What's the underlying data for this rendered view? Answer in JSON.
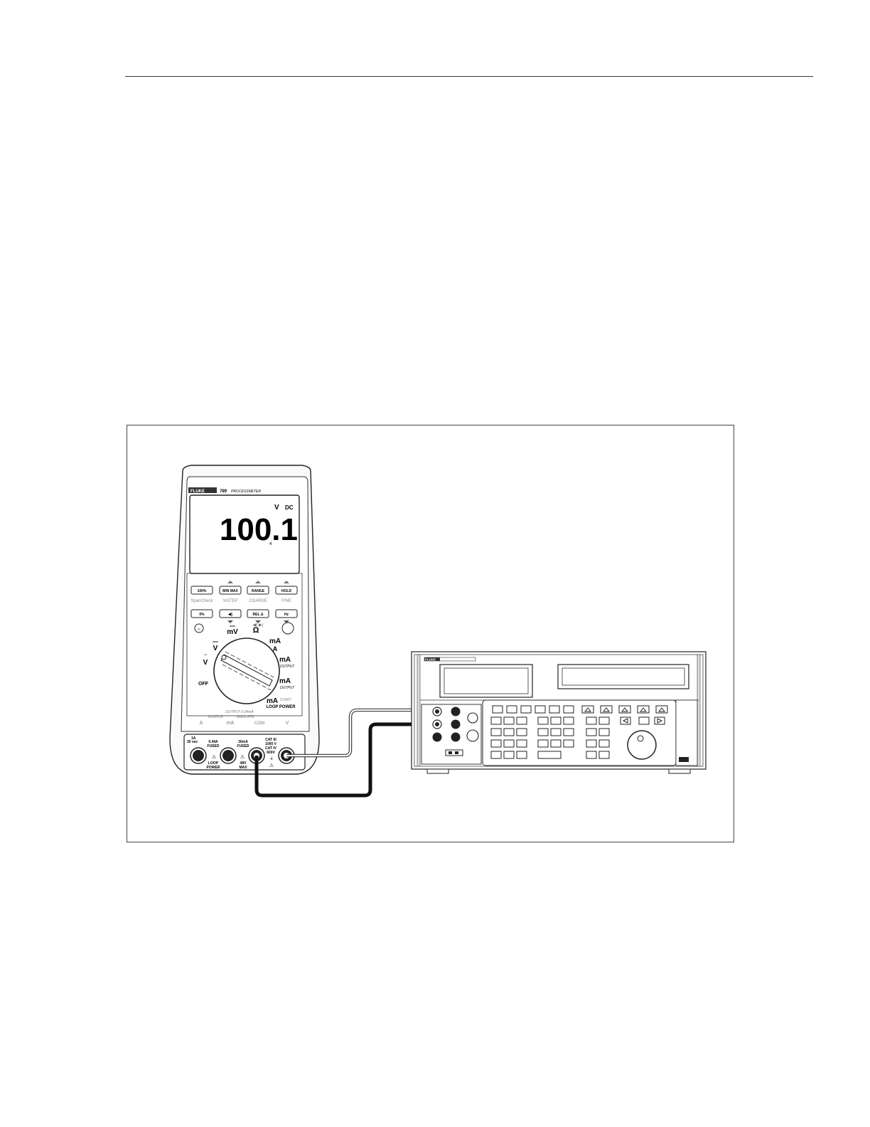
{
  "meter": {
    "brand": "FLUKE",
    "model": "789",
    "model_suffix": "PROCESSMETER",
    "display": {
      "reading": "100.1",
      "unit": "V",
      "mode": "DC",
      "subscript": "4"
    },
    "buttons_row1": [
      "100%",
      "MIN MAX",
      "RANGE",
      "HOLD"
    ],
    "labels_row2": [
      "SpanCheck",
      "%STEP",
      "COARSE",
      "FINE"
    ],
    "buttons_row2": [
      "0%",
      "",
      "REL Δ",
      "Hz"
    ],
    "dial": {
      "off": "OFF",
      "v_ac": "V",
      "v_dc": "V",
      "mv": "mV",
      "ohm": "Ω",
      "ma_a": "mA",
      "a": "A",
      "ma_output": "mA",
      "output": "OUTPUT",
      "ma_output2": "mA",
      "output2": "OUTPUT",
      "ma_loop": "mA",
      "loop_power": "LOOP POWER",
      "simulate_small": "SIMULATE",
      "start": "START"
    },
    "output_band": {
      "title": "OUTPUT 0-24mA",
      "source": "SOURCE",
      "simulate": "SIMULATE",
      "a": "A",
      "ma": "mA",
      "com": "COM",
      "v": "V"
    },
    "terminals": {
      "a_rating": "1A",
      "a_rating2": "30 sec",
      "fuse1": "0.44A",
      "fuse1b": "FUSED",
      "fuse2": "30mA",
      "fuse2b": "FUSED",
      "cat1": "CAT III",
      "cat2": "1000 V",
      "cat3": "CAT IV",
      "cat4": "600V",
      "loop": "LOOP",
      "loop2": "POWER",
      "max1": "48V",
      "max2": "MAX"
    }
  },
  "calibrator": {
    "brand": "FLUKE"
  },
  "colors": {
    "line": "#222222",
    "lead_thin": "#555555",
    "lead_thick": "#111111",
    "panel_fill": "#f2f2f2"
  }
}
